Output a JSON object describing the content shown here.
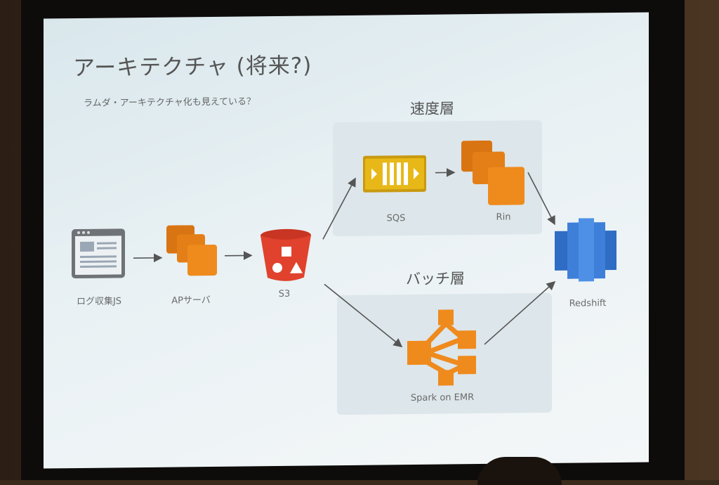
{
  "slide": {
    "title": "アーキテクチャ (将来?)",
    "subtitle": "ラムダ・アーキテクチャ化も見えている？"
  },
  "layers": {
    "speed": "速度層",
    "batch": "バッチ層"
  },
  "nodes": {
    "log": "ログ収集JS",
    "ap": "APサーバ",
    "s3": "S3",
    "sqs": "SQS",
    "rin": "Rin",
    "emr": "Spark on EMR",
    "redshift": "Redshift"
  },
  "colors": {
    "aws_orange": "#ef8a1d",
    "s3_red": "#e0422d",
    "sqs_yellow": "#e8b818",
    "redshift_blue": "#3e7fd9",
    "browser_gray": "#6f7377"
  },
  "icons": [
    "browser-icon",
    "ec2-instances-icon",
    "s3-bucket-icon",
    "sqs-queue-icon",
    "ec2-instances-icon",
    "emr-cluster-icon",
    "redshift-icon"
  ]
}
